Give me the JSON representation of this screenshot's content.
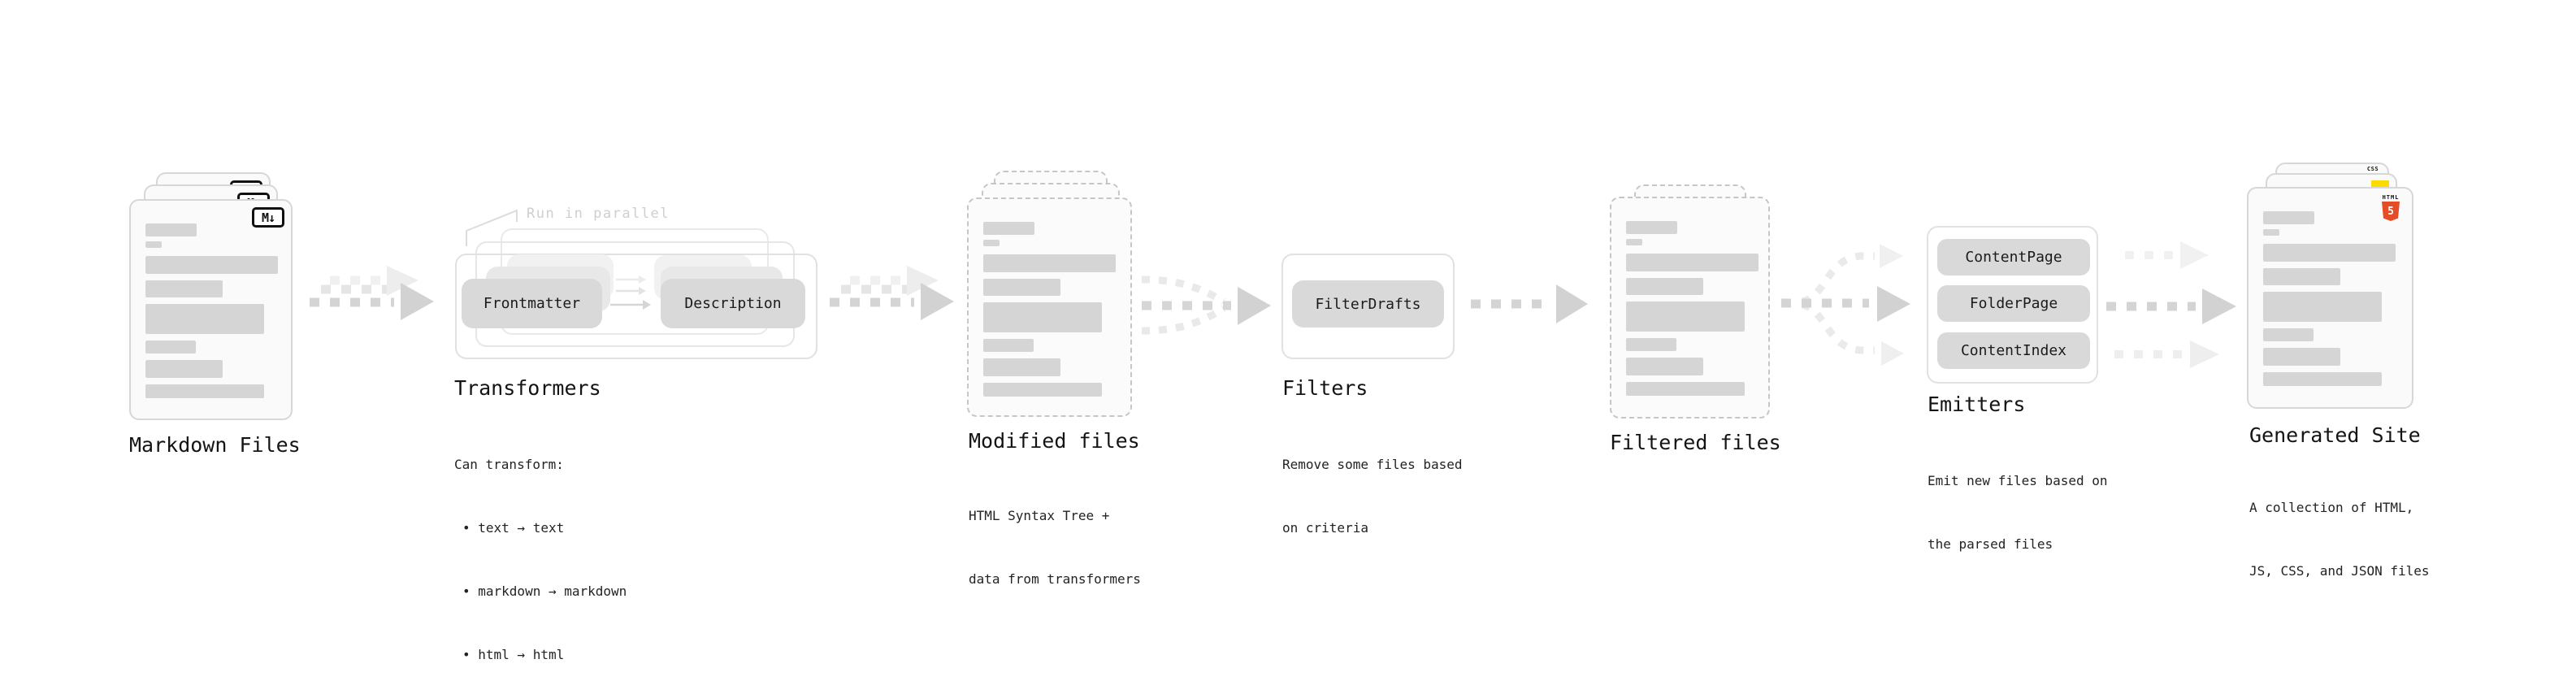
{
  "stages": {
    "markdown": {
      "label": "Markdown Files"
    },
    "transformers": {
      "label": "Transformers",
      "callout": "Run in parallel",
      "pill_a": "Frontmatter",
      "pill_b": "Description",
      "desc_heading": "Can transform:",
      "bullets": [
        "• text → text",
        "• markdown → markdown",
        "• html → html"
      ]
    },
    "modified": {
      "label": "Modified files",
      "desc_line1": "HTML Syntax Tree +",
      "desc_line2": "data from transformers"
    },
    "filters": {
      "label": "Filters",
      "pill": "FilterDrafts",
      "desc_line1": "Remove some files based",
      "desc_line2": "on criteria"
    },
    "filtered": {
      "label": "Filtered files"
    },
    "emitters": {
      "label": "Emitters",
      "pills": [
        "ContentPage",
        "FolderPage",
        "ContentIndex"
      ],
      "desc_line1": "Emit new files based on",
      "desc_line2": "the parsed files"
    },
    "generated": {
      "label": "Generated Site",
      "desc_line1": "A collection of HTML,",
      "desc_line2": "JS, CSS, and JSON files"
    }
  },
  "icons": {
    "markdown_badge": "M↓",
    "html5_word": "HTML",
    "html5_number": "5",
    "css_word": "CSS"
  },
  "colors": {
    "html5_orange": "#e44d26",
    "js_yellow": "#fcdc00",
    "css_blue": "#2862e9",
    "card_border": "#d7d7d7",
    "skeleton_gray": "#d5d5d5",
    "pill_gray": "#d9d9d9",
    "arrow_dark": "#d2d2d2",
    "arrow_light": "#efefef"
  }
}
